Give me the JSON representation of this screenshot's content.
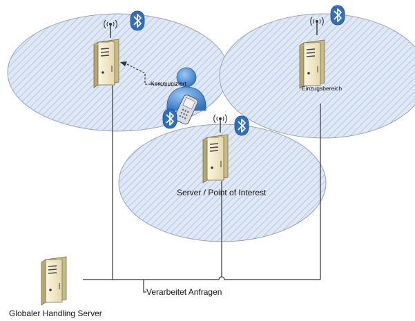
{
  "labels": {
    "communicates": "Kommuniziert",
    "coverage_area": "Einzugsbereich",
    "server_poi": "Server / Point of Interest",
    "processes_requests": "Verarbeitet Anfragen",
    "global_server": "Globaler Handling Server"
  },
  "colors": {
    "zone_fill": "#dfe8f5",
    "zone_hatch": "#b9c8e2",
    "zone_stroke": "#9aa3b5",
    "server_body": "#efe6c4",
    "server_side": "#c9bb86",
    "bluetooth": "#2f6fc0",
    "user": "#3f8bd8",
    "line": "#333333"
  },
  "icons": [
    "bluetooth-icon",
    "antenna-icon",
    "server-icon",
    "user-icon",
    "mobile-phone-icon"
  ]
}
